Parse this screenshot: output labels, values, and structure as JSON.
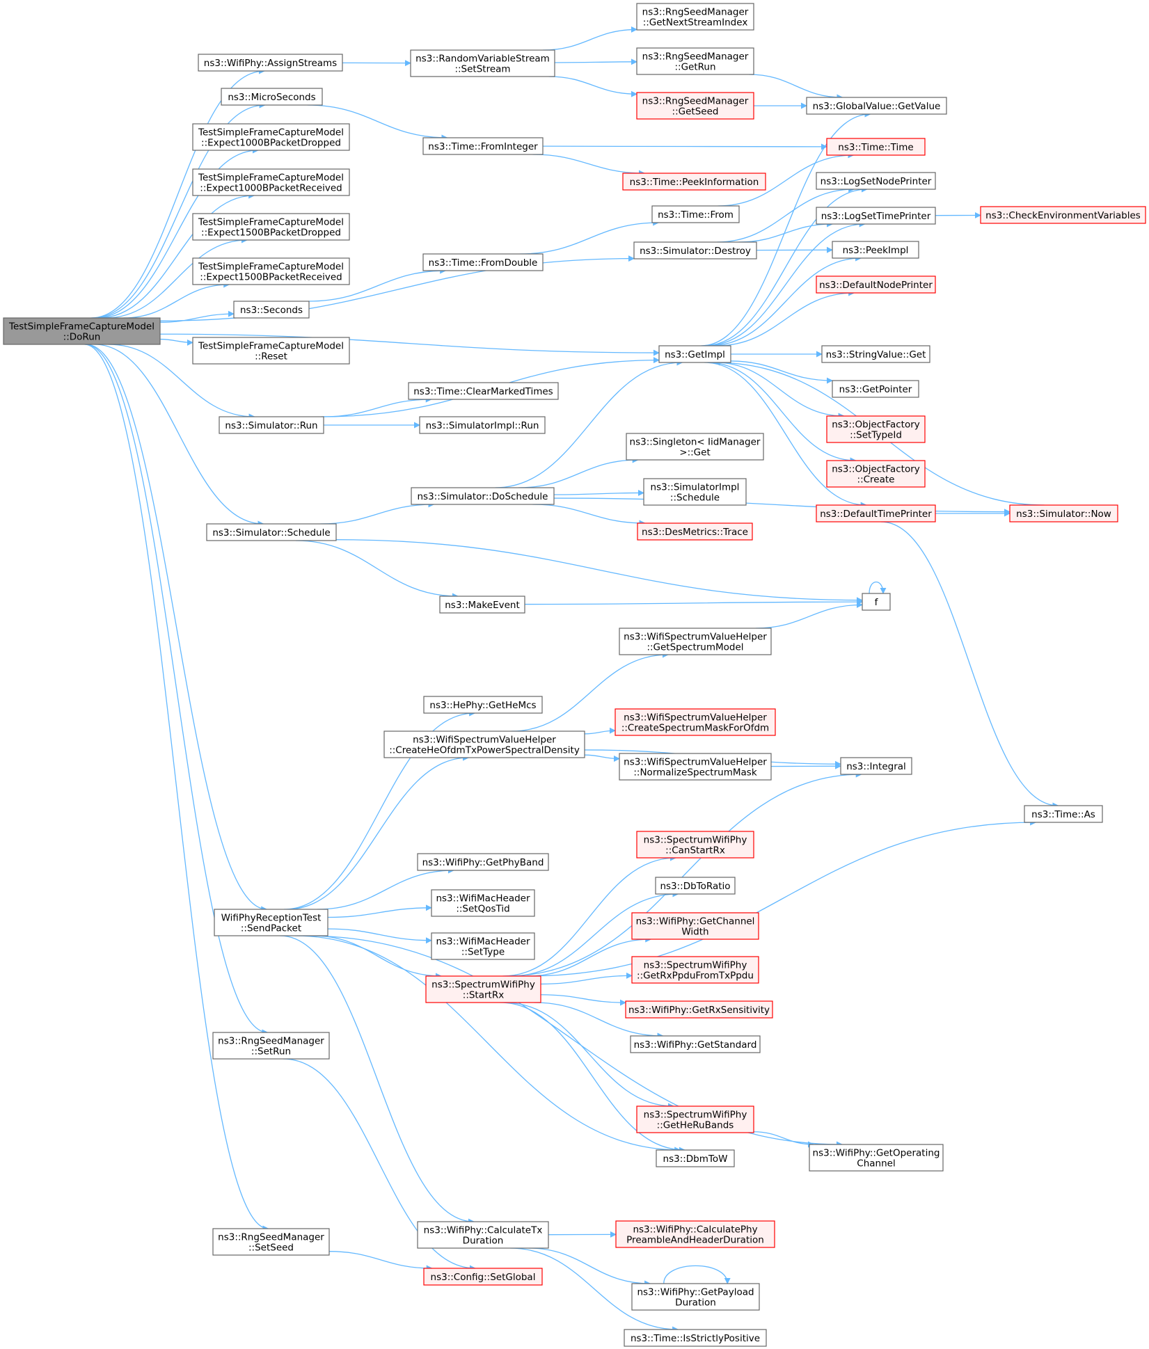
{
  "colors": {
    "edge": "#63b8ff",
    "node_border": "#666666",
    "node_fill": "#ffffff",
    "root_fill": "#999999",
    "warn_border": "#ff0000",
    "warn_fill": "#fff0f0"
  },
  "nodes": [
    {
      "id": "root",
      "lines": [
        "TestSimpleFrameCaptureModel",
        "::DoRun"
      ],
      "style": "root"
    },
    {
      "id": "assignStreams",
      "lines": [
        "ns3::WifiPhy::AssignStreams"
      ],
      "style": "normal"
    },
    {
      "id": "microSeconds",
      "lines": [
        "ns3::MicroSeconds"
      ],
      "style": "normal"
    },
    {
      "id": "exp1000Dropped",
      "lines": [
        "TestSimpleFrameCaptureModel",
        "::Expect1000BPacketDropped"
      ],
      "style": "normal"
    },
    {
      "id": "exp1000Received",
      "lines": [
        "TestSimpleFrameCaptureModel",
        "::Expect1000BPacketReceived"
      ],
      "style": "normal"
    },
    {
      "id": "exp1500Dropped",
      "lines": [
        "TestSimpleFrameCaptureModel",
        "::Expect1500BPacketDropped"
      ],
      "style": "normal"
    },
    {
      "id": "exp1500Received",
      "lines": [
        "TestSimpleFrameCaptureModel",
        "::Expect1500BPacketReceived"
      ],
      "style": "normal"
    },
    {
      "id": "seconds",
      "lines": [
        "ns3::Seconds"
      ],
      "style": "normal"
    },
    {
      "id": "reset",
      "lines": [
        "TestSimpleFrameCaptureModel",
        "::Reset"
      ],
      "style": "normal"
    },
    {
      "id": "simRun",
      "lines": [
        "ns3::Simulator::Run"
      ],
      "style": "normal"
    },
    {
      "id": "simSchedule",
      "lines": [
        "ns3::Simulator::Schedule"
      ],
      "style": "normal"
    },
    {
      "id": "sendPacket",
      "lines": [
        "WifiPhyReceptionTest",
        "::SendPacket"
      ],
      "style": "normal"
    },
    {
      "id": "rngSetRun",
      "lines": [
        "ns3::RngSeedManager",
        "::SetRun"
      ],
      "style": "normal"
    },
    {
      "id": "rngSetSeed",
      "lines": [
        "ns3::RngSeedManager",
        "::SetSeed"
      ],
      "style": "normal"
    },
    {
      "id": "rvsSetStream",
      "lines": [
        "ns3::RandomVariableStream",
        "::SetStream"
      ],
      "style": "normal"
    },
    {
      "id": "timeFromInteger",
      "lines": [
        "ns3::Time::FromInteger"
      ],
      "style": "normal"
    },
    {
      "id": "timeFromDouble",
      "lines": [
        "ns3::Time::FromDouble"
      ],
      "style": "normal"
    },
    {
      "id": "clearMarkedTimes",
      "lines": [
        "ns3::Time::ClearMarkedTimes"
      ],
      "style": "normal"
    },
    {
      "id": "simImplRun",
      "lines": [
        "ns3::SimulatorImpl::Run"
      ],
      "style": "normal"
    },
    {
      "id": "doSchedule",
      "lines": [
        "ns3::Simulator::DoSchedule"
      ],
      "style": "normal"
    },
    {
      "id": "makeEvent",
      "lines": [
        "ns3::MakeEvent"
      ],
      "style": "normal"
    },
    {
      "id": "heGetHeMcs",
      "lines": [
        "ns3::HePhy::GetHeMcs"
      ],
      "style": "normal"
    },
    {
      "id": "createHeOfdm",
      "lines": [
        "ns3::WifiSpectrumValueHelper",
        "::CreateHeOfdmTxPowerSpectralDensity"
      ],
      "style": "normal"
    },
    {
      "id": "getPhyBand",
      "lines": [
        "ns3::WifiPhy::GetPhyBand"
      ],
      "style": "normal"
    },
    {
      "id": "setQosTid",
      "lines": [
        "ns3::WifiMacHeader",
        "::SetQosTid"
      ],
      "style": "normal"
    },
    {
      "id": "setType",
      "lines": [
        "ns3::WifiMacHeader",
        "::SetType"
      ],
      "style": "normal"
    },
    {
      "id": "startRx",
      "lines": [
        "ns3::SpectrumWifiPhy",
        "::StartRx"
      ],
      "style": "warn"
    },
    {
      "id": "calcTxDur",
      "lines": [
        "ns3::WifiPhy::CalculateTx",
        "Duration"
      ],
      "style": "normal"
    },
    {
      "id": "configSetGlobal",
      "lines": [
        "ns3::Config::SetGlobal"
      ],
      "style": "warn"
    },
    {
      "id": "getNextStream",
      "lines": [
        "ns3::RngSeedManager",
        "::GetNextStreamIndex"
      ],
      "style": "normal"
    },
    {
      "id": "rngGetRun",
      "lines": [
        "ns3::RngSeedManager",
        "::GetRun"
      ],
      "style": "normal"
    },
    {
      "id": "rngGetSeed",
      "lines": [
        "ns3::RngSeedManager",
        "::GetSeed"
      ],
      "style": "warn"
    },
    {
      "id": "timeFrom",
      "lines": [
        "ns3::Time::From"
      ],
      "style": "normal"
    },
    {
      "id": "simDestroy",
      "lines": [
        "ns3::Simulator::Destroy"
      ],
      "style": "normal"
    },
    {
      "id": "getImpl",
      "lines": [
        "ns3::GetImpl"
      ],
      "style": "normal"
    },
    {
      "id": "singletonGet",
      "lines": [
        "ns3::Singleton< IidManager",
        " >::Get"
      ],
      "style": "normal"
    },
    {
      "id": "simImplSchedule",
      "lines": [
        "ns3::SimulatorImpl",
        "::Schedule"
      ],
      "style": "normal"
    },
    {
      "id": "desTrace",
      "lines": [
        "ns3::DesMetrics::Trace"
      ],
      "style": "warn"
    },
    {
      "id": "getSpectrumModel",
      "lines": [
        "ns3::WifiSpectrumValueHelper",
        "::GetSpectrumModel"
      ],
      "style": "normal"
    },
    {
      "id": "createMask",
      "lines": [
        "ns3::WifiSpectrumValueHelper",
        "::CreateSpectrumMaskForOfdm"
      ],
      "style": "warn"
    },
    {
      "id": "normalizeMask",
      "lines": [
        "ns3::WifiSpectrumValueHelper",
        "::NormalizeSpectrumMask"
      ],
      "style": "normal"
    },
    {
      "id": "canStartRx",
      "lines": [
        "ns3::SpectrumWifiPhy",
        "::CanStartRx"
      ],
      "style": "warn"
    },
    {
      "id": "dbToRatio",
      "lines": [
        "ns3::DbToRatio"
      ],
      "style": "normal"
    },
    {
      "id": "getChanWidth",
      "lines": [
        "ns3::WifiPhy::GetChannel",
        "Width"
      ],
      "style": "warn"
    },
    {
      "id": "getRxPpdu",
      "lines": [
        "ns3::SpectrumWifiPhy",
        "::GetRxPpduFromTxPpdu"
      ],
      "style": "warn"
    },
    {
      "id": "getRxSens",
      "lines": [
        "ns3::WifiPhy::GetRxSensitivity"
      ],
      "style": "warn"
    },
    {
      "id": "getStandard",
      "lines": [
        "ns3::WifiPhy::GetStandard"
      ],
      "style": "normal"
    },
    {
      "id": "getHeRuBands",
      "lines": [
        "ns3::SpectrumWifiPhy",
        "::GetHeRuBands"
      ],
      "style": "warn"
    },
    {
      "id": "dbmToW",
      "lines": [
        "ns3::DbmToW"
      ],
      "style": "normal"
    },
    {
      "id": "calcPreamble",
      "lines": [
        "ns3::WifiPhy::CalculatePhy",
        "PreambleAndHeaderDuration"
      ],
      "style": "warn"
    },
    {
      "id": "getPayloadDur",
      "lines": [
        "ns3::WifiPhy::GetPayload",
        "Duration"
      ],
      "style": "normal"
    },
    {
      "id": "isStrictlyPos",
      "lines": [
        "ns3::Time::IsStrictlyPositive"
      ],
      "style": "normal"
    },
    {
      "id": "gvGetValue",
      "lines": [
        "ns3::GlobalValue::GetValue"
      ],
      "style": "normal"
    },
    {
      "id": "timeTime",
      "lines": [
        "ns3::Time::Time"
      ],
      "style": "warn"
    },
    {
      "id": "peekInfo",
      "lines": [
        "ns3::Time::PeekInformation"
      ],
      "style": "warn"
    },
    {
      "id": "logSetNode",
      "lines": [
        "ns3::LogSetNodePrinter"
      ],
      "style": "normal"
    },
    {
      "id": "logSetTime",
      "lines": [
        "ns3::LogSetTimePrinter"
      ],
      "style": "normal"
    },
    {
      "id": "peekImpl",
      "lines": [
        "ns3::PeekImpl"
      ],
      "style": "normal"
    },
    {
      "id": "defNodePrinter",
      "lines": [
        "ns3::DefaultNodePrinter"
      ],
      "style": "warn"
    },
    {
      "id": "stringValueGet",
      "lines": [
        "ns3::StringValue::Get"
      ],
      "style": "normal"
    },
    {
      "id": "getPointer",
      "lines": [
        "ns3::GetPointer"
      ],
      "style": "normal"
    },
    {
      "id": "ofSetTypeId",
      "lines": [
        "ns3::ObjectFactory",
        "::SetTypeId"
      ],
      "style": "warn"
    },
    {
      "id": "ofCreate",
      "lines": [
        "ns3::ObjectFactory",
        "::Create"
      ],
      "style": "warn"
    },
    {
      "id": "defTimePrinter",
      "lines": [
        "ns3::DefaultTimePrinter"
      ],
      "style": "warn"
    },
    {
      "id": "fnF",
      "lines": [
        "f"
      ],
      "style": "normal"
    },
    {
      "id": "integral",
      "lines": [
        "ns3::Integral"
      ],
      "style": "normal"
    },
    {
      "id": "getOpChannel",
      "lines": [
        "ns3::WifiPhy::GetOperating",
        "Channel"
      ],
      "style": "normal"
    },
    {
      "id": "checkEnv",
      "lines": [
        "ns3::CheckEnvironmentVariables"
      ],
      "style": "warn"
    },
    {
      "id": "simNow",
      "lines": [
        "ns3::Simulator::Now"
      ],
      "style": "warn"
    },
    {
      "id": "timeAs",
      "lines": [
        "ns3::Time::As"
      ],
      "style": "normal"
    }
  ],
  "edges": [
    [
      "root",
      "assignStreams"
    ],
    [
      "root",
      "microSeconds"
    ],
    [
      "root",
      "exp1000Dropped"
    ],
    [
      "root",
      "exp1000Received"
    ],
    [
      "root",
      "exp1500Dropped"
    ],
    [
      "root",
      "exp1500Received"
    ],
    [
      "root",
      "seconds"
    ],
    [
      "root",
      "reset"
    ],
    [
      "root",
      "simDestroy"
    ],
    [
      "root",
      "getImpl"
    ],
    [
      "root",
      "simRun"
    ],
    [
      "root",
      "simSchedule"
    ],
    [
      "root",
      "sendPacket"
    ],
    [
      "root",
      "rngSetRun"
    ],
    [
      "root",
      "rngSetSeed"
    ],
    [
      "assignStreams",
      "rvsSetStream"
    ],
    [
      "rvsSetStream",
      "getNextStream"
    ],
    [
      "rvsSetStream",
      "rngGetRun"
    ],
    [
      "rvsSetStream",
      "rngGetSeed"
    ],
    [
      "rngGetRun",
      "gvGetValue"
    ],
    [
      "rngGetSeed",
      "gvGetValue"
    ],
    [
      "microSeconds",
      "timeFromInteger"
    ],
    [
      "timeFromInteger",
      "timeTime"
    ],
    [
      "timeFromInteger",
      "peekInfo"
    ],
    [
      "seconds",
      "timeFromDouble"
    ],
    [
      "timeFromDouble",
      "timeFrom"
    ],
    [
      "timeFrom",
      "timeTime"
    ],
    [
      "simDestroy",
      "logSetNode"
    ],
    [
      "simDestroy",
      "logSetTime"
    ],
    [
      "simDestroy",
      "peekImpl"
    ],
    [
      "logSetTime",
      "checkEnv"
    ],
    [
      "getImpl",
      "gvGetValue"
    ],
    [
      "getImpl",
      "logSetNode"
    ],
    [
      "getImpl",
      "logSetTime"
    ],
    [
      "getImpl",
      "peekImpl"
    ],
    [
      "getImpl",
      "defNodePrinter"
    ],
    [
      "getImpl",
      "stringValueGet"
    ],
    [
      "getImpl",
      "getPointer"
    ],
    [
      "getImpl",
      "ofSetTypeId"
    ],
    [
      "getImpl",
      "ofCreate"
    ],
    [
      "getImpl",
      "defTimePrinter"
    ],
    [
      "defTimePrinter",
      "simNow"
    ],
    [
      "defTimePrinter",
      "timeAs"
    ],
    [
      "simNow",
      "getImpl"
    ],
    [
      "simRun",
      "clearMarkedTimes"
    ],
    [
      "simRun",
      "simImplRun"
    ],
    [
      "simRun",
      "getImpl"
    ],
    [
      "simSchedule",
      "doSchedule"
    ],
    [
      "simSchedule",
      "makeEvent"
    ],
    [
      "simSchedule",
      "fnF"
    ],
    [
      "doSchedule",
      "getImpl"
    ],
    [
      "doSchedule",
      "singletonGet"
    ],
    [
      "doSchedule",
      "simImplSchedule"
    ],
    [
      "doSchedule",
      "desTrace"
    ],
    [
      "doSchedule",
      "simNow"
    ],
    [
      "makeEvent",
      "fnF"
    ],
    [
      "fnF",
      "fnF"
    ],
    [
      "sendPacket",
      "heGetHeMcs"
    ],
    [
      "sendPacket",
      "createHeOfdm"
    ],
    [
      "sendPacket",
      "getPhyBand"
    ],
    [
      "sendPacket",
      "setQosTid"
    ],
    [
      "sendPacket",
      "setType"
    ],
    [
      "sendPacket",
      "startRx"
    ],
    [
      "sendPacket",
      "dbmToW"
    ],
    [
      "sendPacket",
      "getOpChannel"
    ],
    [
      "sendPacket",
      "calcTxDur"
    ],
    [
      "createHeOfdm",
      "getSpectrumModel"
    ],
    [
      "createHeOfdm",
      "createMask"
    ],
    [
      "createHeOfdm",
      "normalizeMask"
    ],
    [
      "createHeOfdm",
      "integral"
    ],
    [
      "getSpectrumModel",
      "fnF"
    ],
    [
      "normalizeMask",
      "integral"
    ],
    [
      "startRx",
      "canStartRx"
    ],
    [
      "startRx",
      "dbToRatio"
    ],
    [
      "startRx",
      "getChanWidth"
    ],
    [
      "startRx",
      "getRxPpdu"
    ],
    [
      "startRx",
      "getRxSens"
    ],
    [
      "startRx",
      "getStandard"
    ],
    [
      "startRx",
      "getHeRuBands"
    ],
    [
      "startRx",
      "dbmToW"
    ],
    [
      "startRx",
      "integral"
    ],
    [
      "startRx",
      "timeAs"
    ],
    [
      "getHeRuBands",
      "getOpChannel"
    ],
    [
      "calcTxDur",
      "calcPreamble"
    ],
    [
      "calcTxDur",
      "getPayloadDur"
    ],
    [
      "calcTxDur",
      "isStrictlyPos"
    ],
    [
      "getPayloadDur",
      "getPayloadDur"
    ],
    [
      "rngSetRun",
      "configSetGlobal"
    ],
    [
      "rngSetSeed",
      "configSetGlobal"
    ]
  ]
}
